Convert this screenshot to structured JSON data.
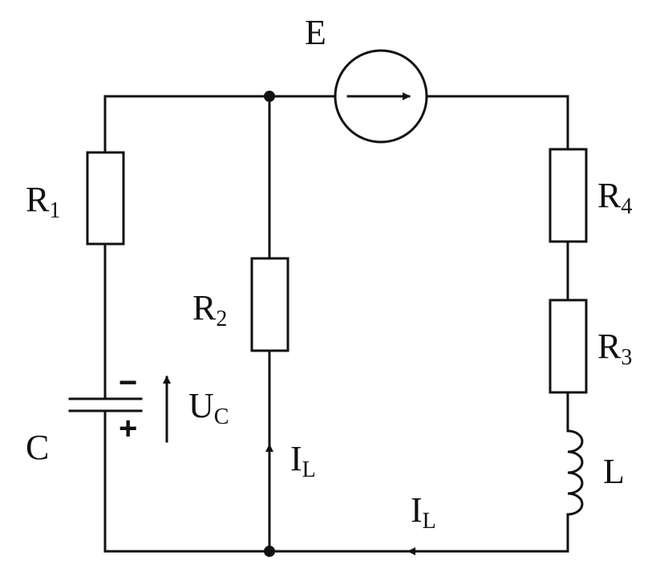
{
  "labels": {
    "e": "E",
    "r1_main": "R",
    "r1_sub": "1",
    "r2_main": "R",
    "r2_sub": "2",
    "r3_main": "R",
    "r3_sub": "3",
    "r4_main": "R",
    "r4_sub": "4",
    "c": "C",
    "l": "L",
    "uc_main": "U",
    "uc_sub": "C",
    "il1_main": "I",
    "il1_sub": "L",
    "il2_main": "I",
    "il2_sub": "L",
    "minus": "−",
    "plus": "+"
  },
  "colors": {
    "ink": "#111111",
    "background": "#ffffff"
  }
}
